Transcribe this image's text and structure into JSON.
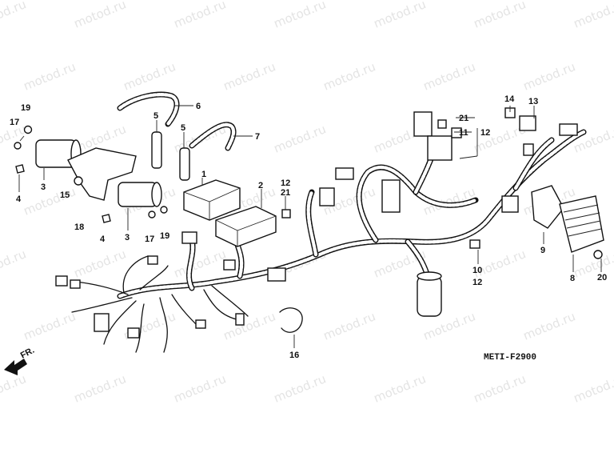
{
  "diagram": {
    "code": "METI-F2900",
    "front_label": "FR.",
    "watermark": "motod.ru",
    "labels": {
      "l1": "1",
      "l2": "2",
      "l3a": "3",
      "l3b": "3",
      "l4a": "4",
      "l4b": "4",
      "l5a": "5",
      "l5b": "5",
      "l6": "6",
      "l7": "7",
      "l8": "8",
      "l9": "9",
      "l10": "10",
      "l11": "11",
      "l12a": "12",
      "l12b": "12",
      "l12c": "12",
      "l13": "13",
      "l14": "14",
      "l15": "15",
      "l16": "16",
      "l17a": "17",
      "l17b": "17",
      "l18": "18",
      "l19a": "19",
      "l19b": "19",
      "l20": "20",
      "l21a": "21",
      "l21b": "21"
    }
  }
}
